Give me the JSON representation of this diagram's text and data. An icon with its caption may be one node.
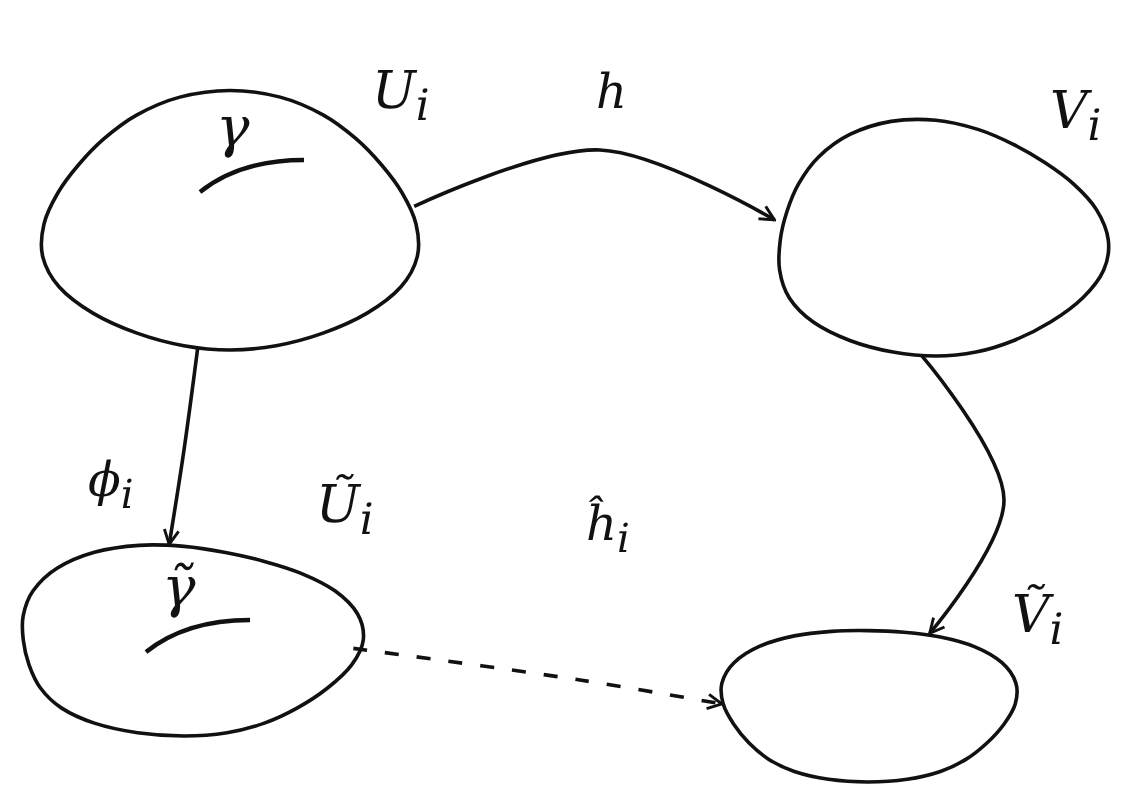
{
  "diagram": {
    "nodes": [
      {
        "text": [
          "U$_{i}$",
          "γ"
        ]
      },
      {
        "text": [
          "V$_{i}$"
        ]
      },
      {
        "text": [
          "Ũ$_{i}$",
          "γ̃"
        ]
      },
      {
        "text": [
          "Ṽ$_{i}$"
        ]
      }
    ],
    "edges": [
      {
        "from": 0,
        "to": 1,
        "arrow": "to",
        "label": "h"
      },
      {
        "from": 0,
        "to": 2,
        "arrow": "to",
        "label": "ϕ$_{i}$"
      },
      {
        "from": 1,
        "to": 3,
        "arrow": "to"
      },
      {
        "from": 2,
        "to": 3,
        "arrow": "to",
        "label": "ĥ$_{i}$",
        "style": "dashed"
      }
    ]
  }
}
